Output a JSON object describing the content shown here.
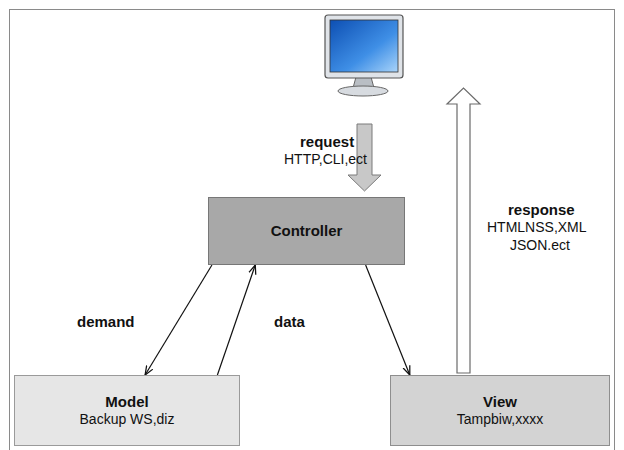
{
  "diagram": {
    "nodes": [
      {
        "text": [
          "Controller"
        ]
      },
      {
        "text": [
          "Model",
          "Backup WS,diz"
        ]
      },
      {
        "text": [
          "View",
          "Tampbiw,xxxx"
        ]
      }
    ],
    "edges": [
      {
        "from": 0,
        "to": 1,
        "arrow": "to",
        "label": "demand"
      },
      {
        "from": 1,
        "to": 0,
        "arrow": "to"
      },
      {
        "from": 0,
        "to": 2,
        "arrow": "to",
        "label": "data"
      }
    ],
    "labels": [
      "request",
      "HTTP,CLI,ect",
      "response",
      "HTMLNSS,XML",
      "JSON.ect"
    ]
  }
}
